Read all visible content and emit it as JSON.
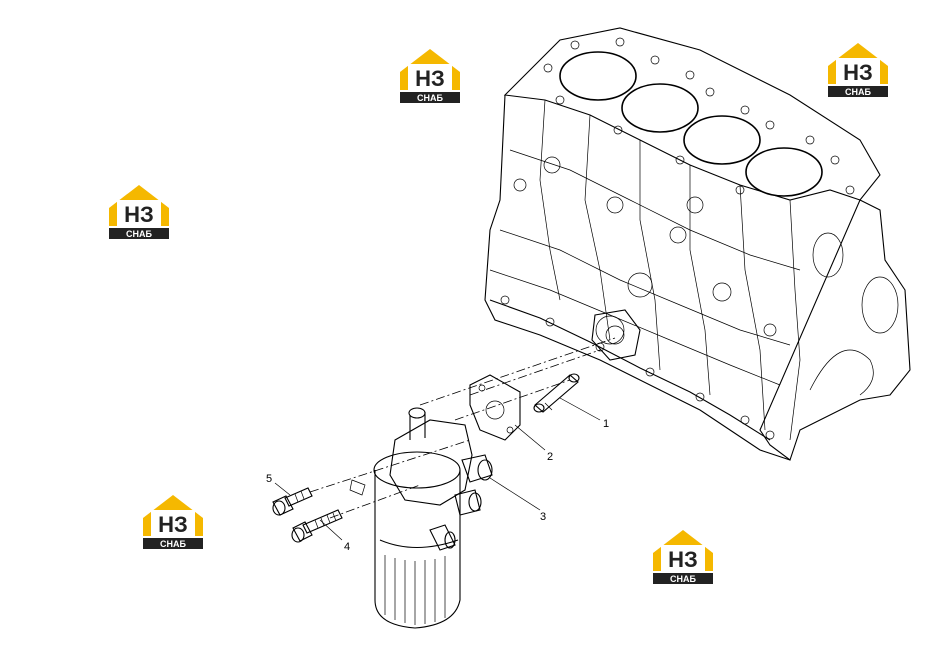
{
  "watermark": {
    "letters_top": "НЗ",
    "letters_bottom": "СНАБ",
    "colors": {
      "roof": "#f5b800",
      "letters": "#222222",
      "band": "#222222",
      "band_text": "#ffffff"
    }
  },
  "callouts": [
    {
      "id": "1",
      "text": "1"
    },
    {
      "id": "2",
      "text": "2"
    },
    {
      "id": "3",
      "text": "3"
    },
    {
      "id": "4",
      "text": "4"
    },
    {
      "id": "5",
      "text": "5"
    }
  ]
}
